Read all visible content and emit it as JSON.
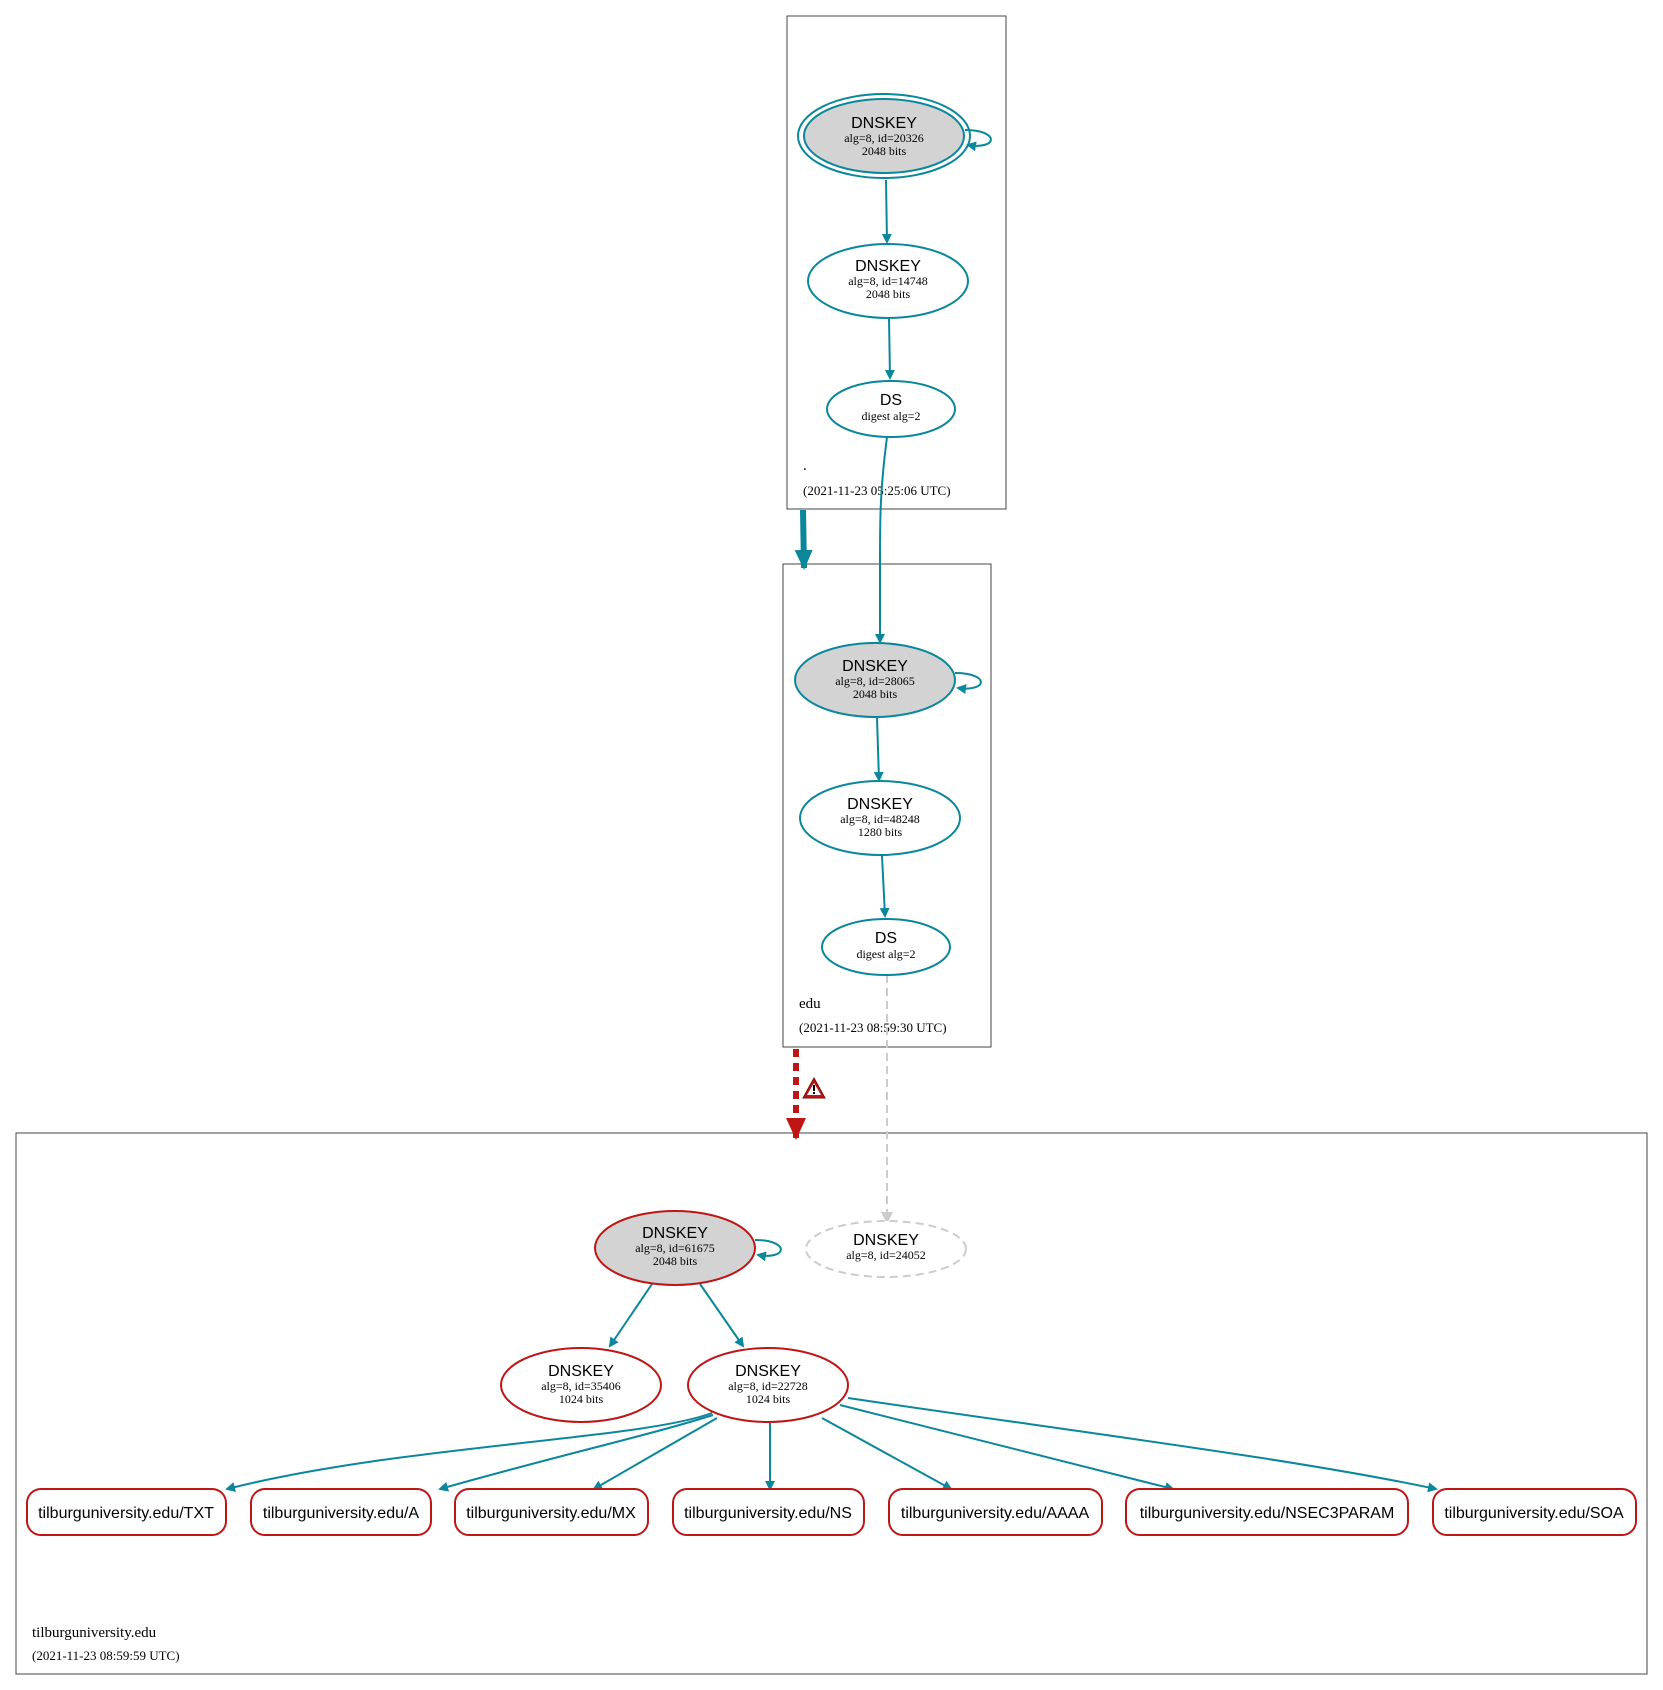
{
  "zones": {
    "root": {
      "label": ".",
      "timestamp": "(2021-11-23 05:25:06 UTC)"
    },
    "edu": {
      "label": "edu",
      "timestamp": "(2021-11-23 08:59:30 UTC)"
    },
    "tilburg": {
      "label": "tilburguniversity.edu",
      "timestamp": "(2021-11-23 08:59:59 UTC)"
    }
  },
  "nodes": {
    "root_ksk": {
      "title": "DNSKEY",
      "line1": "alg=8, id=20326",
      "line2": "2048 bits"
    },
    "root_zsk": {
      "title": "DNSKEY",
      "line1": "alg=8, id=14748",
      "line2": "2048 bits"
    },
    "root_ds": {
      "title": "DS",
      "line1": "digest alg=2"
    },
    "edu_ksk": {
      "title": "DNSKEY",
      "line1": "alg=8, id=28065",
      "line2": "2048 bits"
    },
    "edu_zsk": {
      "title": "DNSKEY",
      "line1": "alg=8, id=48248",
      "line2": "1280 bits"
    },
    "edu_ds": {
      "title": "DS",
      "line1": "digest alg=2"
    },
    "tu_ksk": {
      "title": "DNSKEY",
      "line1": "alg=8, id=61675",
      "line2": "2048 bits"
    },
    "tu_missing": {
      "title": "DNSKEY",
      "line1": "alg=8, id=24052"
    },
    "tu_key35406": {
      "title": "DNSKEY",
      "line1": "alg=8, id=35406",
      "line2": "1024 bits"
    },
    "tu_zsk": {
      "title": "DNSKEY",
      "line1": "alg=8, id=22728",
      "line2": "1024 bits"
    }
  },
  "rrsets": [
    "tilburguniversity.edu/TXT",
    "tilburguniversity.edu/A",
    "tilburguniversity.edu/MX",
    "tilburguniversity.edu/NS",
    "tilburguniversity.edu/AAAA",
    "tilburguniversity.edu/NSEC3PARAM",
    "tilburguniversity.edu/SOA"
  ],
  "colors": {
    "secure": "#0a879a",
    "bogus": "#be1515",
    "ksk_fill": "#d3d3d3",
    "missing": "#cccccc"
  },
  "icons": {
    "delegation_warning": "warning-triangle-icon"
  }
}
